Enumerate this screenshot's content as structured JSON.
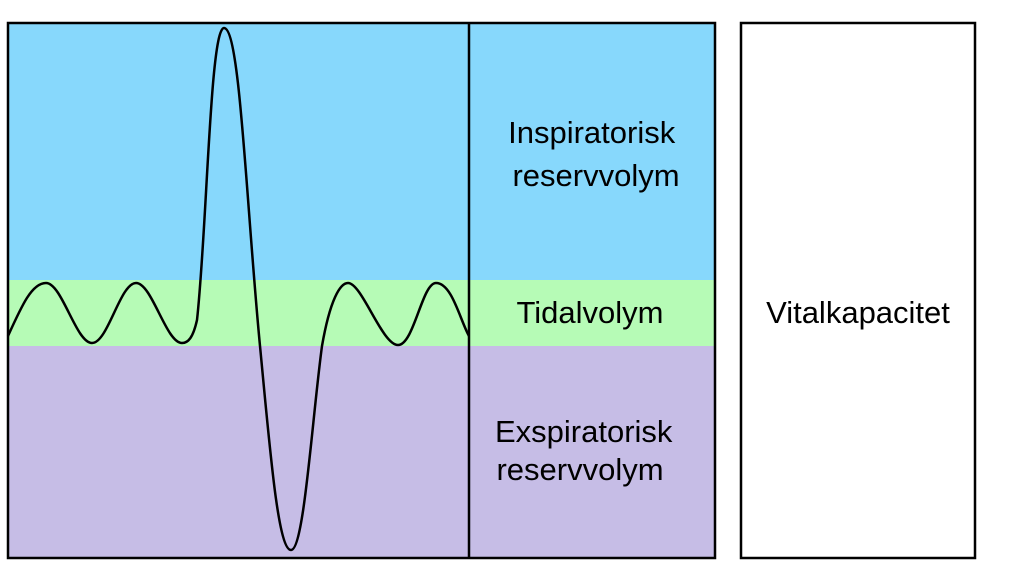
{
  "zones": {
    "inspiratory": {
      "label_line1": "Inspiratorisk",
      "label_line2": "reservvolym",
      "color": "#87d8fc"
    },
    "tidal": {
      "label": "Tidalvolym",
      "color": "#b6fbb6"
    },
    "expiratory": {
      "label_line1": "Exspiratorisk",
      "label_line2": "reservvolym",
      "color": "#c6bde6"
    }
  },
  "vital_capacity": {
    "label": "Vitalkapacitet",
    "color": "#ffffff"
  },
  "line_color": "#000000"
}
